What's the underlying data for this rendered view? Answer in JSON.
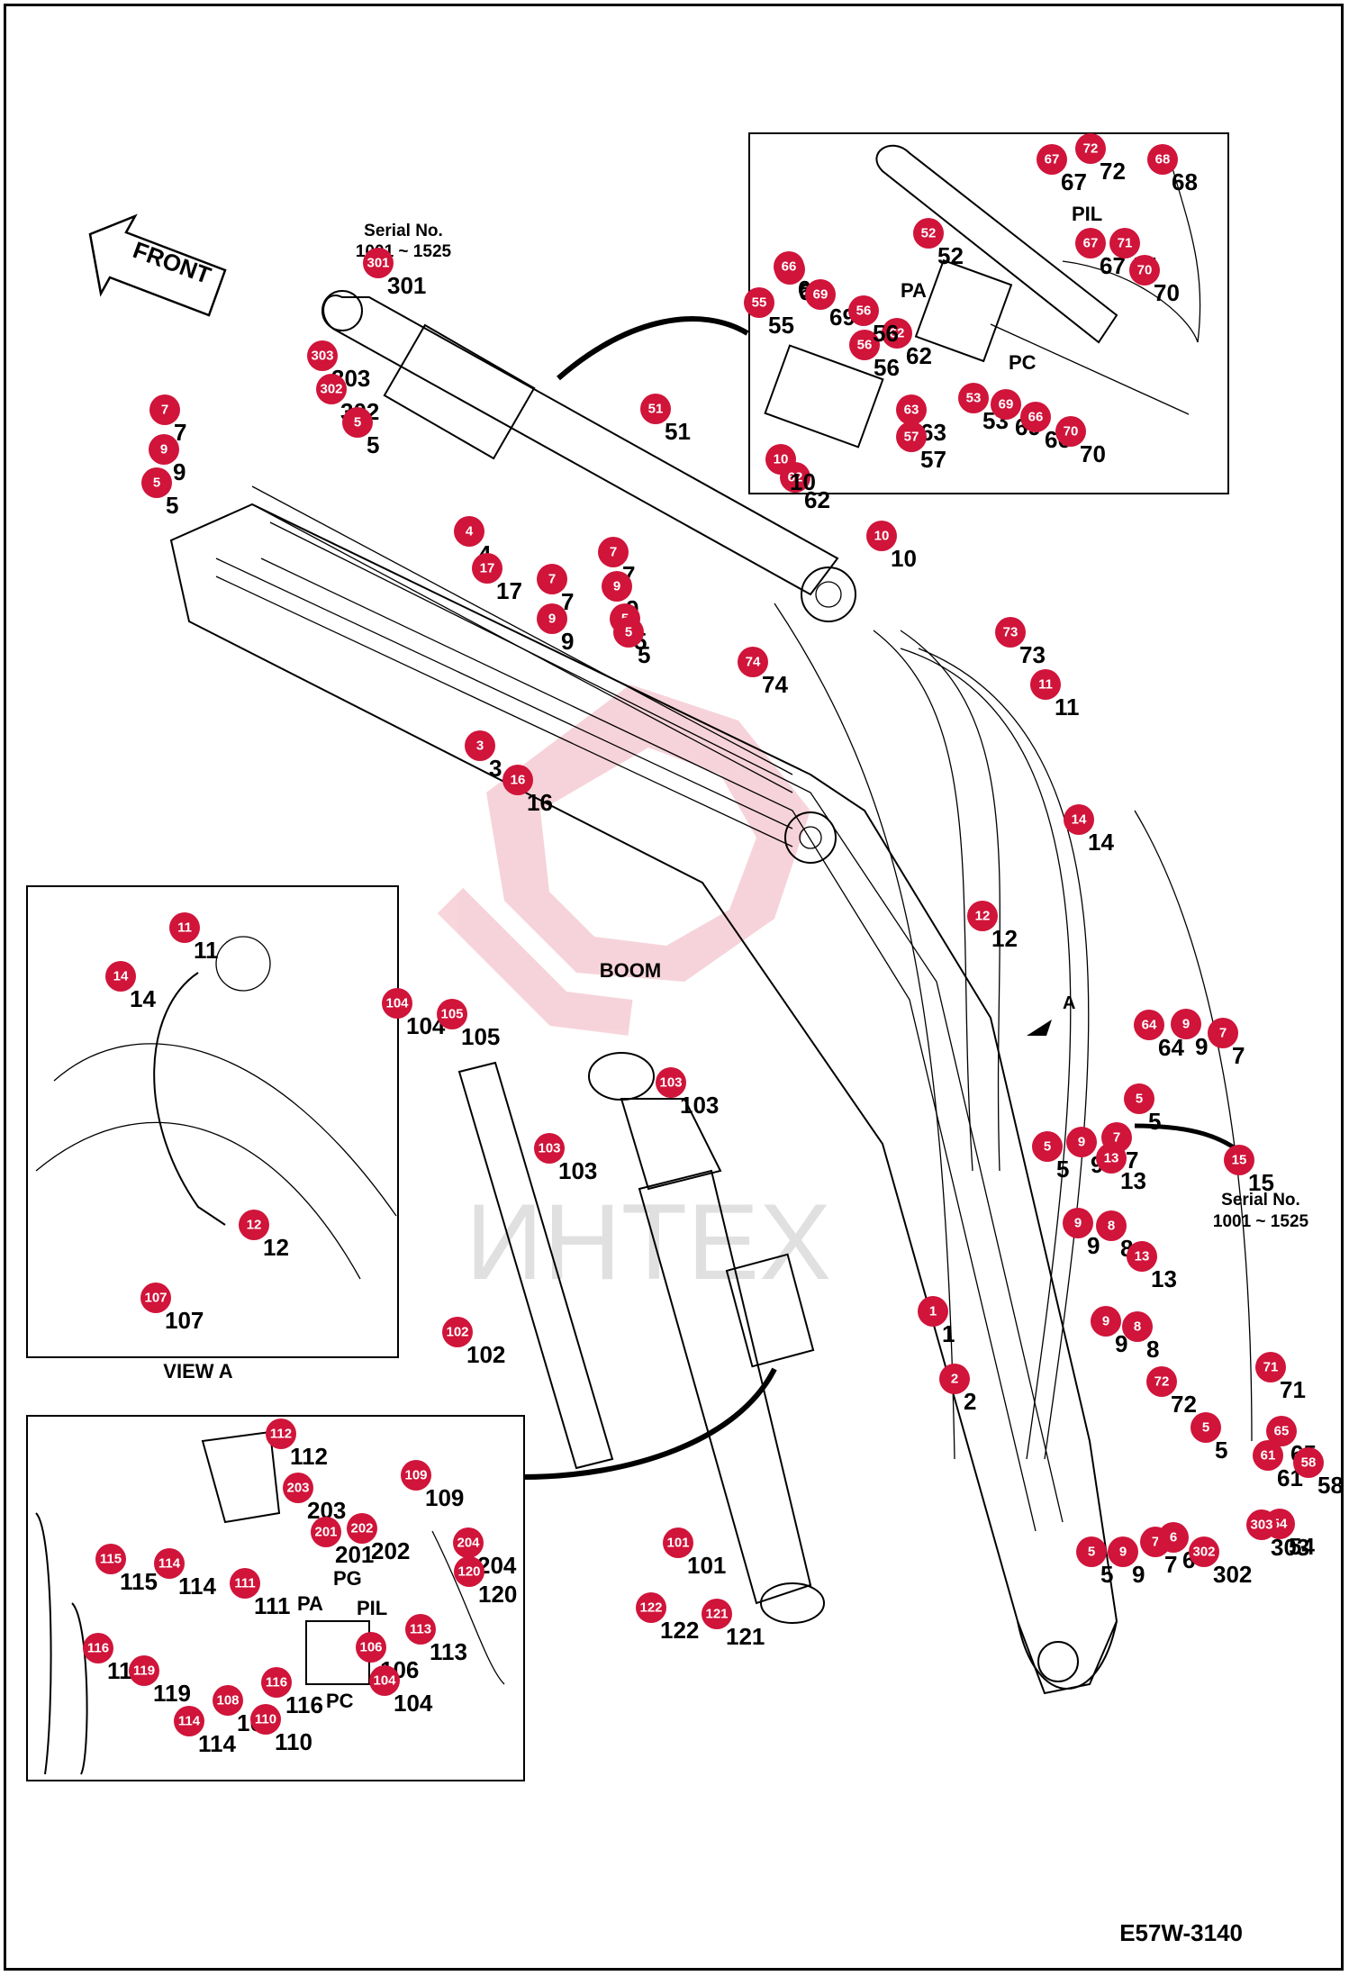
{
  "drawing_code": "E57W-3140",
  "watermark": "ИНТЕХ",
  "front_arrow_label": "FRONT",
  "main_label": "BOOM",
  "view_label": "VIEW A",
  "view_arrow_letter": "A",
  "serial_notes": [
    {
      "line1": "Serial No.",
      "line2": "1001 ~ 1525"
    },
    {
      "line1": "Serial No.",
      "line2": "1001 ~ 1525"
    }
  ],
  "port_labels": [
    "PIL",
    "PA",
    "PC",
    "PG",
    "PA",
    "PIL",
    "PC"
  ],
  "callouts": [
    "301",
    "303",
    "302",
    "5",
    "7",
    "9",
    "5",
    "51",
    "4",
    "17",
    "7",
    "9",
    "5",
    "7",
    "9",
    "5",
    "3",
    "16",
    "74",
    "73",
    "10",
    "11",
    "14",
    "12",
    "1",
    "2",
    "64",
    "9",
    "7",
    "5",
    "5",
    "9",
    "7",
    "13",
    "15",
    "9",
    "8",
    "13",
    "9",
    "8",
    "72",
    "71",
    "5",
    "65",
    "61",
    "58",
    "54",
    "5",
    "9",
    "7",
    "6",
    "302",
    "303",
    "104",
    "105",
    "103",
    "103",
    "102",
    "101",
    "122",
    "121",
    "55",
    "52",
    "62",
    "56",
    "63",
    "57",
    "53",
    "69",
    "66",
    "70",
    "68",
    "67",
    "72",
    "68",
    "67",
    "71",
    "70",
    "66",
    "69",
    "56",
    "62",
    "10",
    "11",
    "14",
    "12",
    "107",
    "112",
    "203",
    "202",
    "109",
    "201",
    "204",
    "120",
    "115",
    "114",
    "111",
    "113",
    "106",
    "104",
    "116",
    "119",
    "116",
    "108",
    "114",
    "110"
  ]
}
